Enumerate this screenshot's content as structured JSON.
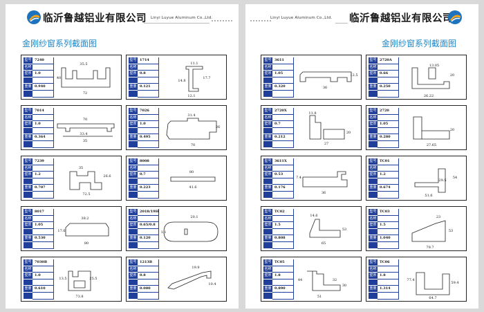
{
  "header": {
    "company_cn": "临沂鲁越铝业有限公司",
    "company_en": "Linyi Luyue Aluminum Co.,Ltd."
  },
  "section_title": "金刚纱窗系列截面图",
  "field_labels": [
    "型号",
    "名称",
    "壁厚",
    "重量"
  ],
  "colors": {
    "accent": "#1e87c7",
    "label_bg": "#1f3f9a"
  },
  "left_page": [
    {
      "model": "7240",
      "thickness": "1.0",
      "weight": "0.940",
      "dims": [
        "35.5",
        "40",
        "72"
      ]
    },
    {
      "model": "1714",
      "thickness": "0.8",
      "weight": "0.121",
      "dims": [
        "11.1",
        "14.8",
        "17.7",
        "12.1"
      ]
    },
    {
      "model": "7014",
      "thickness": "1.0",
      "weight": "0.364",
      "dims": [
        "70",
        "33.4",
        "35"
      ]
    },
    {
      "model": "7026",
      "thickness": "1.0",
      "weight": "0.495",
      "dims": [
        "31.4",
        "26",
        "70"
      ]
    },
    {
      "model": "7239",
      "thickness": "1.2",
      "weight": "0.707",
      "dims": [
        "35",
        "26.6",
        "72.5"
      ]
    },
    {
      "model": "8008",
      "thickness": "0.7",
      "weight": "0.223",
      "dims": [
        "80",
        "41.6"
      ]
    },
    {
      "model": "8017",
      "thickness": "1.05",
      "weight": "0.530",
      "dims": [
        "38.2",
        "17.6",
        "80"
      ]
    },
    {
      "model": "2018/19H",
      "thickness": "0.65/0.8",
      "weight": "0.120",
      "dims": [
        "20.1",
        "11.1"
      ]
    },
    {
      "model": "7030B",
      "thickness": "1.0",
      "weight": "0.610",
      "dims": [
        "13.5",
        "25.5",
        "73.8"
      ]
    },
    {
      "model": "1213B",
      "thickness": "0.8",
      "weight": "0.080",
      "dims": [
        "19.9",
        "10.4"
      ]
    }
  ],
  "right_page": [
    {
      "model": "3611",
      "thickness": "1.05",
      "weight": "0.320",
      "dims": [
        "36",
        "12.5"
      ]
    },
    {
      "model": "2720A",
      "thickness": "0.66",
      "weight": "0.250",
      "dims": [
        "13.05",
        "20",
        "26.22"
      ]
    },
    {
      "model": "2720X",
      "thickness": "0.7",
      "weight": "0.212",
      "dims": [
        "11.8",
        "20",
        "27"
      ]
    },
    {
      "model": "2720",
      "thickness": "1.05",
      "weight": "0.280",
      "dims": [
        "20",
        "27.65"
      ]
    },
    {
      "model": "3611X",
      "thickness": "0.53",
      "weight": "0.176",
      "dims": [
        "7.4",
        "36"
      ]
    },
    {
      "model": "TC01",
      "thickness": "1.2",
      "weight": "0.674",
      "dims": [
        "54",
        "29.5",
        "51.6"
      ]
    },
    {
      "model": "TC02",
      "thickness": "1.5",
      "weight": "0.808",
      "dims": [
        "14.6",
        "53",
        "65"
      ]
    },
    {
      "model": "TC03",
      "thickness": "1.5",
      "weight": "1.040",
      "dims": [
        "23",
        "53",
        "79.7"
      ]
    },
    {
      "model": "TC05",
      "thickness": "1.8",
      "weight": "0.890",
      "dims": [
        "44",
        "30",
        "32",
        "51"
      ]
    },
    {
      "model": "TC06",
      "thickness": "1.8",
      "weight": "1.314",
      "dims": [
        "77.4",
        "59.4",
        "64.7"
      ]
    }
  ]
}
